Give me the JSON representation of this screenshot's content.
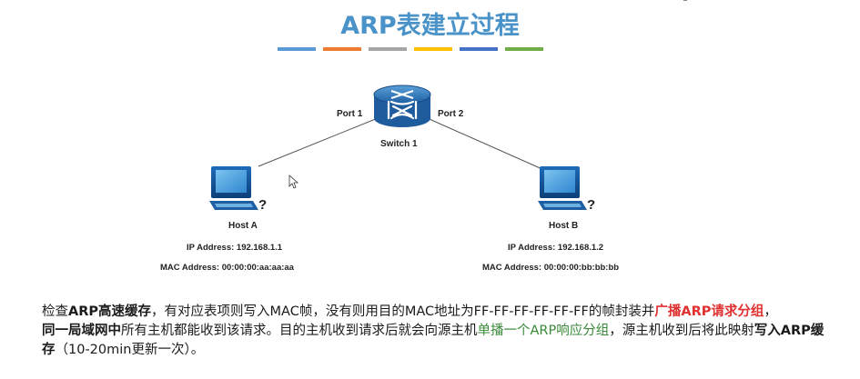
{
  "title": "ARP表建立过程",
  "accent_colors": [
    "#5b9bd5",
    "#ed7d31",
    "#a5a5a5",
    "#ffc000",
    "#4472c4",
    "#70ad47"
  ],
  "switch": {
    "name": "Switch 1",
    "port_left": "Port 1",
    "port_right": "Port 2",
    "icon": "router-switch-icon"
  },
  "host_a": {
    "name": "Host A",
    "ip": "IP Address: 192.168.1.1",
    "mac": "MAC Address: 00:00:00:aa:aa:aa",
    "icon": "computer-icon"
  },
  "host_b": {
    "name": "Host B",
    "ip": "IP Address: 192.168.1.2",
    "mac": "MAC Address: 00:00:00:bb:bb:bb",
    "icon": "computer-icon"
  },
  "explanation": {
    "s1": "检查",
    "s2": "ARP高速缓存",
    "s3": "，有对应表项则写入MAC帧，没有则用目的MAC地址为FF-FF-FF-FF-FF-FF的帧封装并",
    "s4": "广播ARP请求分组",
    "s5": "，",
    "s6": "同一局域网中",
    "s7": "所有主机都能收到该请求。目的主机收到请求后就会向源主机",
    "s8": "单播一个ARP响应分组",
    "s9": "，源主机收到后将此映射",
    "s10": "写入ARP缓存",
    "s11": "（10-20min更新一次）。"
  }
}
